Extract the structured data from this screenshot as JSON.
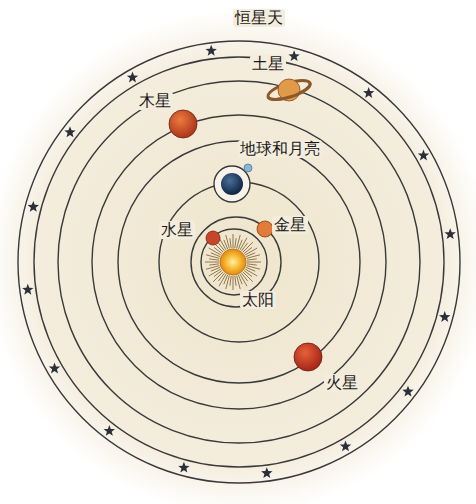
{
  "diagram": {
    "labels": [
      "恒星天",
      "土星",
      "木星",
      "地球和月亮",
      "水星",
      "金星",
      "太阳",
      "火星"
    ]
  }
}
